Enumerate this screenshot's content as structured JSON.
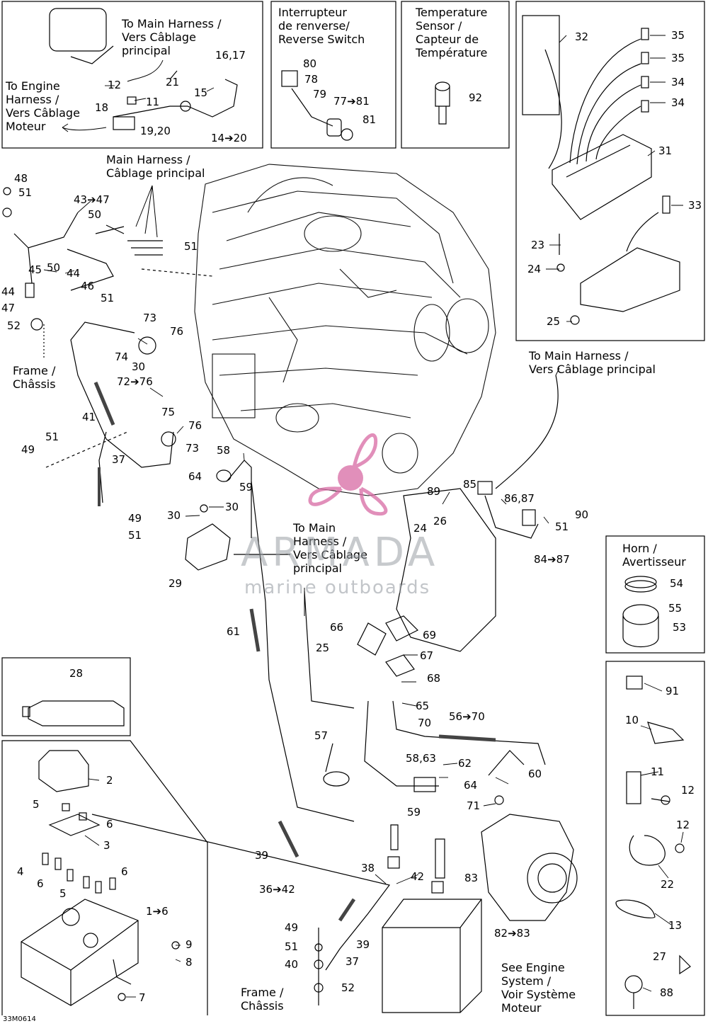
{
  "figure_id": "33M0614",
  "watermark": {
    "name": "ARMADA",
    "tagline": "marine outboards",
    "logo": "propeller-logo"
  },
  "captions": {
    "main_harness_top": "To Main Harness /\nVers Câblage\nprincipal",
    "engine_harness": "To Engine\nHarness /\nVers Câblage\nMoteur",
    "reverse_switch": "Interrupteur\nde renverse/\nReverse Switch",
    "temp_sensor": "Temperature\nSensor /\nCapteur de\nTempérature",
    "main_harness_mid": "Main Harness /\nCâblage principal",
    "frame_top": "Frame /\nChâssis",
    "main_harness_right": "To Main Harness /\nVers Câblage principal",
    "main_harness_center": "To Main\nHarness /\nVers Câblage\nprincipal",
    "horn": "Horn /\nAvertisseur",
    "frame_bottom": "Frame /\nChâssis",
    "engine_system": "See Engine\nSystem /\nVoir Système\nMoteur"
  },
  "callouts": {
    "c1617": "16,17",
    "c12a": "12",
    "c21": "21",
    "c11a": "11",
    "c15": "15",
    "c18": "18",
    "c1920": "19,20",
    "c1420": "14➔20",
    "c80": "80",
    "c78": "78",
    "c79": "79",
    "c7781": "77➔81",
    "c81": "81",
    "c92": "92",
    "c32": "32",
    "c35a": "35",
    "c35b": "35",
    "c34a": "34",
    "c34b": "34",
    "c31": "31",
    "c33": "33",
    "c23": "23",
    "c24a": "24",
    "c25a": "25",
    "c48": "48",
    "c51a": "51",
    "c4347": "43➔47",
    "c50a": "50",
    "c51b": "51",
    "c45": "45",
    "c50b": "50",
    "c44a": "44",
    "c46": "46",
    "c51c": "51",
    "c44b": "44",
    "c47": "47",
    "c52a": "52",
    "c73a": "73",
    "c76a": "76",
    "c74": "74",
    "c30a": "30",
    "c7276": "72➔76",
    "c41": "41",
    "c51d": "51",
    "c49a": "49",
    "c37a": "37",
    "c75": "75",
    "c76b": "76",
    "c73b": "73",
    "c58": "58",
    "c64a": "64",
    "c59a": "59",
    "c30b": "30",
    "c30c": "30",
    "c49b": "49",
    "c51e": "51",
    "c29": "29",
    "c89": "89",
    "c85": "85",
    "c8687": "86,87",
    "c24b": "24",
    "c26": "26",
    "c51f": "51",
    "c90": "90",
    "c8487": "84➔87",
    "c54": "54",
    "c55": "55",
    "c53": "53",
    "c61": "61",
    "c66": "66",
    "c69": "69",
    "c25b": "25",
    "c67": "67",
    "c68": "68",
    "c65": "65",
    "c70": "70",
    "c5670": "56➔70",
    "c57": "57",
    "c5863": "58,63",
    "c62": "62",
    "c64b": "64",
    "c60": "60",
    "c59b": "59",
    "c71": "71",
    "c91": "91",
    "c10": "10",
    "c11b": "11",
    "c12b": "12",
    "c12c": "12",
    "c22": "22",
    "c13": "13",
    "c27": "27",
    "c88": "88",
    "c28": "28",
    "c2": "2",
    "c5a": "5",
    "c6a": "6",
    "c3": "3",
    "c4": "4",
    "c6b": "6",
    "c6c": "6",
    "c5b": "5",
    "c16": "1➔6",
    "c9": "9",
    "c8": "8",
    "c7": "7",
    "c39a": "39",
    "c3642": "36➔42",
    "c38": "38",
    "c42": "42",
    "c83": "83",
    "c8283": "82➔83",
    "c49c": "49",
    "c51g": "51",
    "c40": "40",
    "c37b": "37",
    "c39b": "39",
    "c52b": "52"
  }
}
